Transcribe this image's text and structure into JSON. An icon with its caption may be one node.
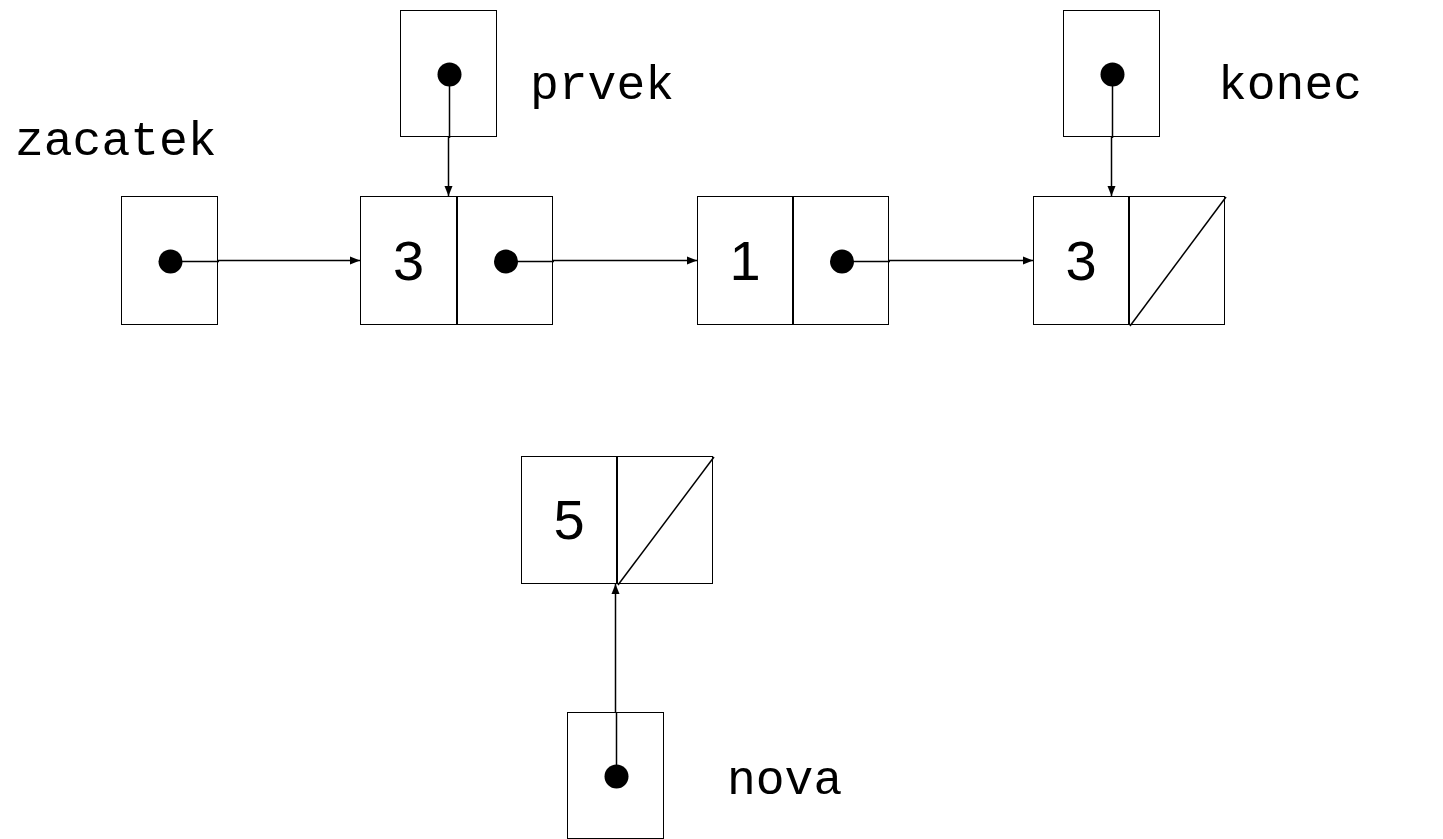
{
  "diagram": {
    "nodes": [
      {
        "text": [],
        "shape": "box",
        "beside": [
          "zacatek"
        ]
      },
      {
        "text": [],
        "shape": "box",
        "beside": [
          "prvek"
        ]
      },
      {
        "text": [],
        "shape": "box",
        "beside": [
          "konec"
        ]
      },
      {
        "text": [
          "3"
        ]
      },
      {
        "text": [],
        "shape": "box"
      },
      {
        "text": [
          "1"
        ]
      },
      {
        "text": [],
        "shape": "box"
      },
      {
        "text": [
          "3"
        ]
      },
      {
        "text": [],
        "shape": "box"
      },
      {
        "text": [
          "5"
        ]
      },
      {
        "text": [],
        "shape": "box"
      },
      {
        "text": [],
        "shape": "box",
        "beside": [
          "nova"
        ]
      }
    ],
    "edges": [
      {
        "from": 0,
        "to": 3,
        "arrow": "to"
      },
      {
        "from": 1,
        "to": 3,
        "arrow": "to"
      },
      {
        "from": 4,
        "to": 5,
        "arrow": "to"
      },
      {
        "from": 6,
        "to": 7,
        "arrow": "to"
      },
      {
        "from": 2,
        "to": 7,
        "arrow": "to"
      },
      {
        "from": 11,
        "to": 9,
        "arrow": "to"
      }
    ]
  }
}
